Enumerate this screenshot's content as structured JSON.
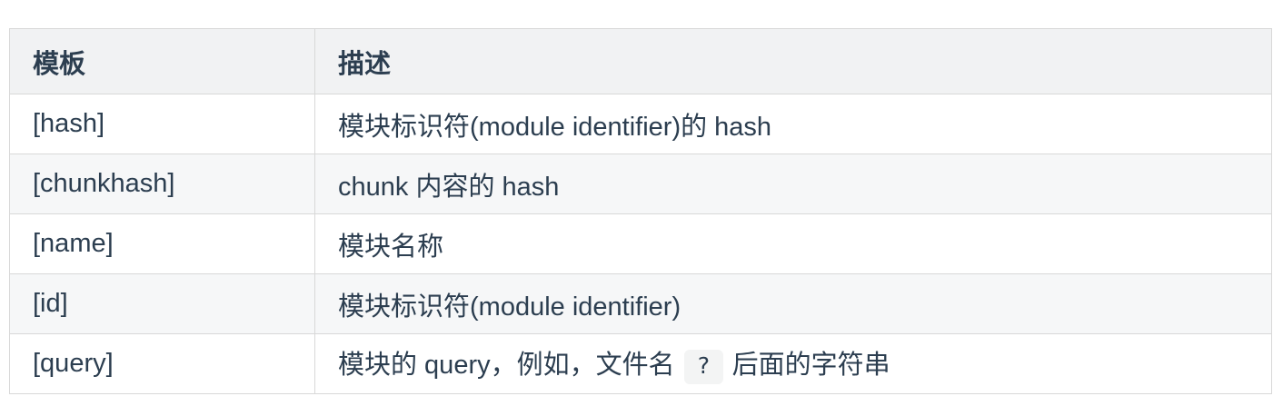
{
  "colors": {
    "page_bg": "#ffffff",
    "text": "#2c3e50",
    "header_bg": "#f1f2f3",
    "stripe_bg": "#f6f7f8",
    "border_outer": "#cccccc",
    "border_inner": "#d8d8d8",
    "code_bg": "#f3f4f4"
  },
  "table": {
    "header": {
      "template_label": "模板",
      "description_label": "描述"
    },
    "rows": [
      {
        "template": "[hash]",
        "description": [
          {
            "type": "text",
            "value": "模块标识符(module identifier)的 hash"
          }
        ]
      },
      {
        "template": "[chunkhash]",
        "description": [
          {
            "type": "text",
            "value": "chunk 内容的 hash"
          }
        ]
      },
      {
        "template": "[name]",
        "description": [
          {
            "type": "text",
            "value": "模块名称"
          }
        ]
      },
      {
        "template": "[id]",
        "description": [
          {
            "type": "text",
            "value": "模块标识符(module identifier)"
          }
        ]
      },
      {
        "template": "[query]",
        "description": [
          {
            "type": "text",
            "value": "模块的 query，例如，文件名"
          },
          {
            "type": "code",
            "value": "?"
          },
          {
            "type": "text",
            "value": "后面的字符串"
          }
        ]
      }
    ]
  }
}
